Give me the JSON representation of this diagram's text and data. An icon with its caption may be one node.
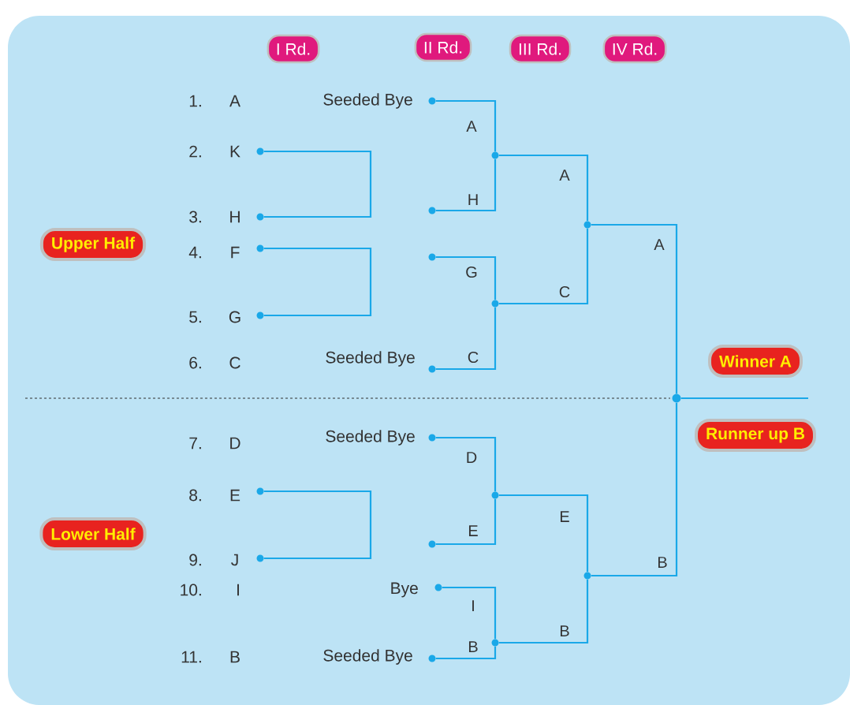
{
  "diagram": {
    "nodes": [
      {
        "text": [
          "I Rd."
        ]
      },
      {
        "text": [
          "II Rd."
        ]
      },
      {
        "text": [
          "III Rd."
        ]
      },
      {
        "text": [
          "IV Rd."
        ]
      },
      {
        "text": [
          "Upper Half"
        ]
      },
      {
        "text": [
          "Lower Half"
        ]
      },
      {
        "text": [
          "Winner A"
        ]
      },
      {
        "text": [
          "Runner up B"
        ]
      },
      {
        "text": [],
        "shape": "circle"
      },
      {
        "text": [],
        "shape": "circle"
      },
      {
        "text": [],
        "shape": "circle"
      },
      {
        "text": [],
        "shape": "circle"
      },
      {
        "text": [],
        "shape": "circle"
      },
      {
        "text": [],
        "shape": "circle"
      },
      {
        "text": [],
        "shape": "circle"
      },
      {
        "text": [],
        "shape": "circle"
      },
      {
        "text": [],
        "shape": "circle"
      },
      {
        "text": [],
        "shape": "circle"
      },
      {
        "text": [],
        "shape": "circle"
      },
      {
        "text": [],
        "shape": "circle"
      },
      {
        "text": [],
        "shape": "circle"
      },
      {
        "text": [],
        "shape": "circle"
      },
      {
        "text": [],
        "shape": "circle"
      },
      {
        "text": [],
        "shape": "circle"
      },
      {
        "text": [],
        "shape": "circle"
      },
      {
        "text": [],
        "shape": "circle"
      },
      {
        "text": [],
        "shape": "circle"
      },
      {
        "text": [],
        "shape": "circle"
      },
      {
        "text": [],
        "shape": "circle"
      }
    ],
    "edges": [
      {
        "from": 8,
        "to": 9,
        "arrow": "none"
      },
      {
        "from": 10,
        "to": 11,
        "arrow": "none"
      },
      {
        "from": 12,
        "to": 13,
        "arrow": "none"
      },
      {
        "from": 14,
        "to": 22,
        "arrow": "none",
        "label": "A"
      },
      {
        "from": 15,
        "to": 22,
        "arrow": "none",
        "label": "H"
      },
      {
        "from": 16,
        "to": 23,
        "arrow": "none",
        "label": "G"
      },
      {
        "from": 17,
        "to": 23,
        "arrow": "none",
        "label": "C"
      },
      {
        "from": 18,
        "to": 24,
        "arrow": "none",
        "label": "D"
      },
      {
        "from": 19,
        "to": 24,
        "arrow": "none",
        "label": "E"
      },
      {
        "from": 20,
        "to": 25,
        "arrow": "none",
        "label": "I"
      },
      {
        "from": 21,
        "to": 25,
        "arrow": "none",
        "label": "B"
      },
      {
        "from": 22,
        "to": 26,
        "arrow": "none",
        "label": "A"
      },
      {
        "from": 23,
        "to": 26,
        "arrow": "none",
        "label": "C"
      },
      {
        "from": 24,
        "to": 27,
        "arrow": "none",
        "label": "E"
      },
      {
        "from": 25,
        "to": 27,
        "arrow": "none",
        "label": "B"
      },
      {
        "from": 26,
        "to": 28,
        "arrow": "none",
        "label": "A"
      },
      {
        "from": 27,
        "to": 28,
        "arrow": "none",
        "label": "B"
      },
      {
        "from": 28,
        "to": null,
        "arrow": "none"
      }
    ],
    "labels": [
      "1.",
      "A",
      "Seeded Bye",
      "2.",
      "K",
      "3.",
      "H",
      "4.",
      "F",
      "5.",
      "G",
      "6.",
      "C",
      "Seeded Bye",
      "7.",
      "D",
      "Seeded Bye",
      "8.",
      "E",
      "9.",
      "J",
      "10.",
      "I",
      "Bye",
      "11.",
      "B",
      "Seeded Bye"
    ]
  }
}
